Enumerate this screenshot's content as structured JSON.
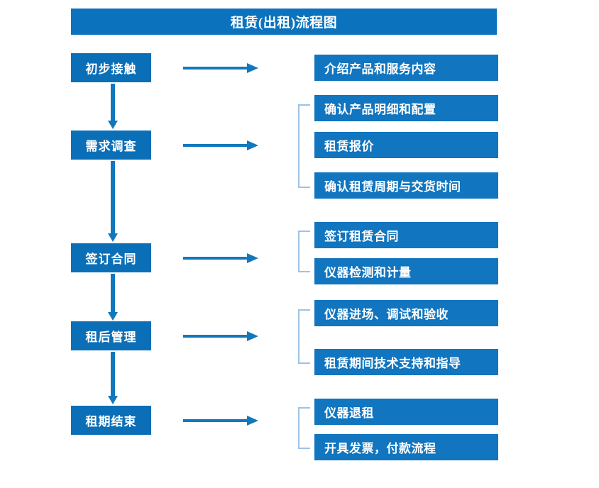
{
  "diagram": {
    "title": "租赁(出租)流程图",
    "colors": {
      "title_bar": "#0b73bd",
      "stage_box": "#0b6fb8",
      "detail_box": "#1175bf",
      "arrow": "#1278bd",
      "bracket": "#9cc3e5",
      "text": "#ffffff",
      "background": "#ffffff"
    },
    "stages": [
      {
        "label": "初步接触"
      },
      {
        "label": "需求调查"
      },
      {
        "label": "签订合同"
      },
      {
        "label": "租后管理"
      },
      {
        "label": "租期结束"
      }
    ],
    "details": [
      {
        "label": "介绍产品和服务内容"
      },
      {
        "label": "确认产品明细和配置"
      },
      {
        "label": "租赁报价"
      },
      {
        "label": "确认租赁周期与交货时间"
      },
      {
        "label": "签订租赁合同"
      },
      {
        "label": "仪器检测和计量"
      },
      {
        "label": "仪器进场、调试和验收"
      },
      {
        "label": "租赁期间技术支持和指导"
      },
      {
        "label": "仪器退租"
      },
      {
        "label": "开具发票，付款流程"
      }
    ],
    "connectors": {
      "horizontal_arrow_icon": "arrow-right-icon",
      "vertical_arrow_icon": "arrow-down-icon",
      "bracket_icon": "left-bracket-icon",
      "horizontal_count": 5,
      "vertical_count": 4,
      "bracket_count": 4
    }
  }
}
